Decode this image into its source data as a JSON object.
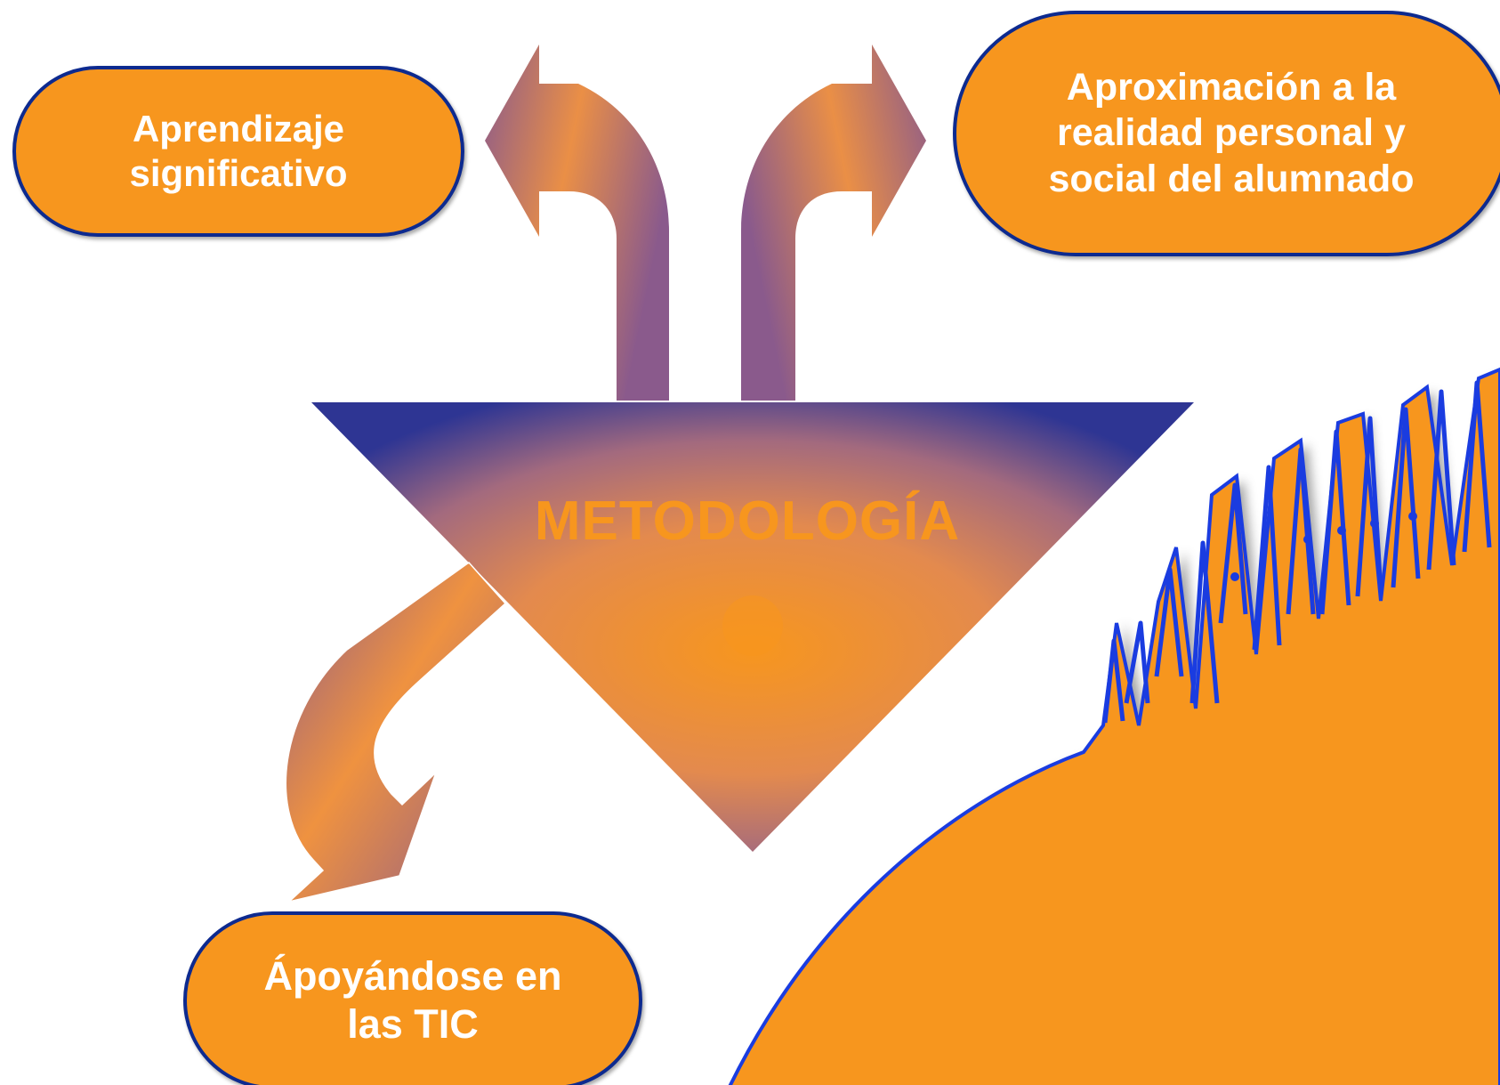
{
  "center": {
    "title": "METODOLOGÍA"
  },
  "boxes": {
    "left_label": "Aprendizaje\nsignificativo",
    "right_label": "Aproximación a la\nrealidad personal y\nsocial del alumnado",
    "bottom_label": "Ápoyándose en\nlas TIC"
  },
  "colors": {
    "orange": "#f7961e",
    "navy_border": "#0d2a8f",
    "purple": "#8a5a8c",
    "indigo": "#2e3593",
    "text_on_orange": "#ffffff"
  },
  "icons": {
    "decoration": "wavy-striped-blob"
  }
}
